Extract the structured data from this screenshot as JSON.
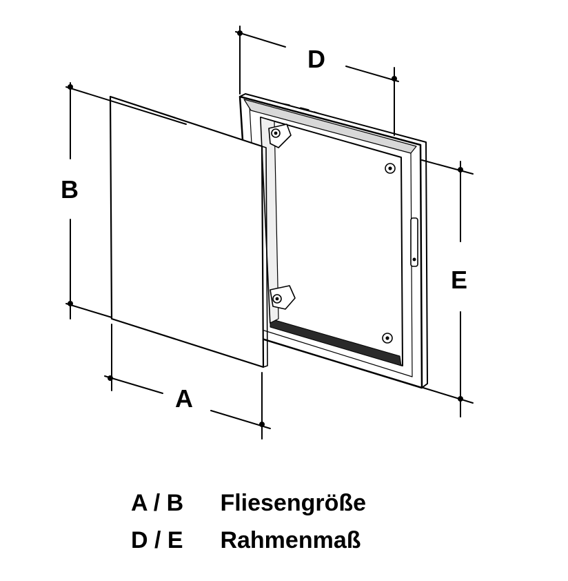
{
  "labels": {
    "a": "A",
    "b": "B",
    "d": "D",
    "e": "E"
  },
  "legend": [
    {
      "code": "A / B",
      "text": "Fliesengröße"
    },
    {
      "code": "D / E",
      "text": "Rahmenmaß"
    }
  ]
}
